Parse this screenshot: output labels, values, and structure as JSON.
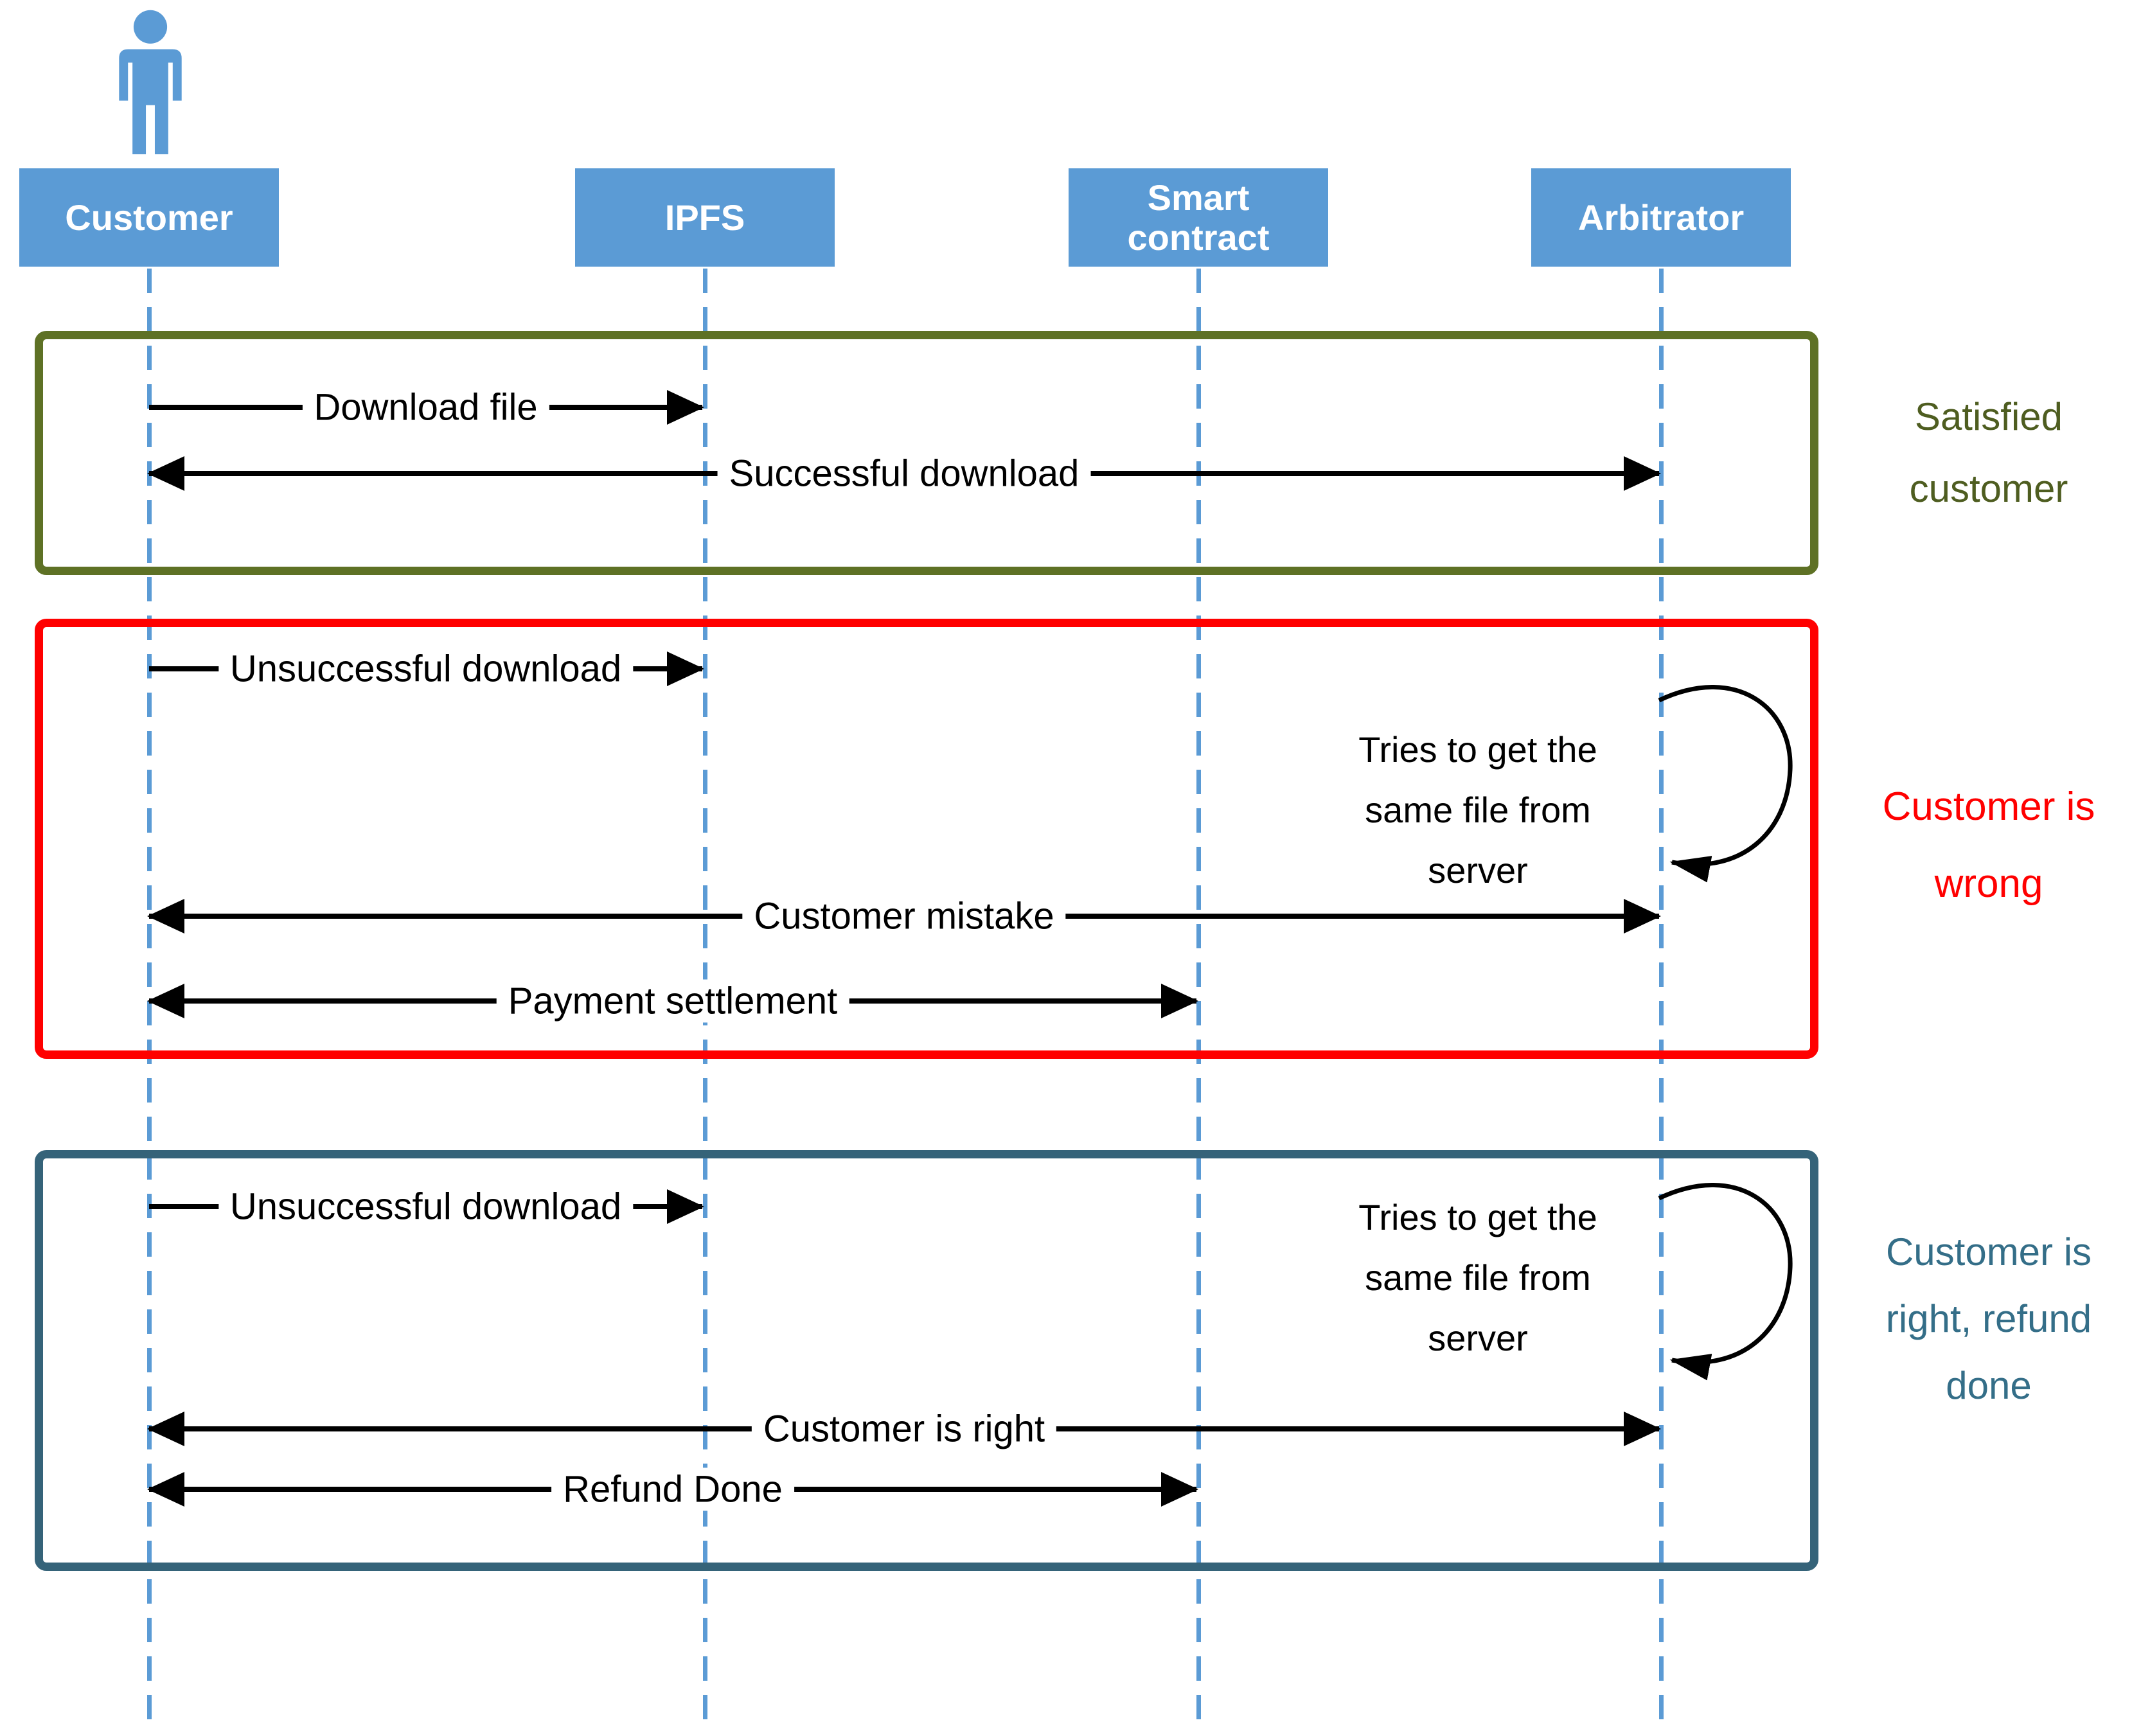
{
  "diagram": {
    "actors": [
      {
        "id": "customer",
        "label": "Customer"
      },
      {
        "id": "ipfs",
        "label": "IPFS"
      },
      {
        "id": "smart-contract",
        "label": "Smart\ncontract"
      },
      {
        "id": "arbitrator",
        "label": "Arbitrator"
      }
    ],
    "scenarios": [
      {
        "caption": "Satisfied\ncustomer",
        "caption_color": "#4E5D20",
        "border_color": "#5E7125",
        "messages": [
          {
            "text": "Download file",
            "from": "Customer",
            "to": "IPFS",
            "arrows": "right"
          },
          {
            "text": "Successful download",
            "from": "Arbitrator",
            "to": "Customer",
            "arrows": "both"
          }
        ]
      },
      {
        "caption": "Customer is\nwrong",
        "caption_color": "#FF0000",
        "border_color": "#FF0000",
        "note": "Tries to get the\nsame file from\nserver",
        "messages": [
          {
            "text": "Unsuccessful download",
            "from": "Customer",
            "to": "IPFS",
            "arrows": "right"
          },
          {
            "text": "Customer mistake",
            "from": "Arbitrator",
            "to": "Customer",
            "arrows": "both"
          },
          {
            "text": "Payment settlement",
            "from": "Smart contract",
            "to": "Customer",
            "arrows": "both"
          }
        ]
      },
      {
        "caption": "Customer is\nright, refund\ndone",
        "caption_color": "#346E88",
        "border_color": "#356379",
        "note": "Tries to get the\nsame file from\nserver",
        "messages": [
          {
            "text": "Unsuccessful download",
            "from": "Customer",
            "to": "IPFS",
            "arrows": "right"
          },
          {
            "text": "Customer is right",
            "from": "Arbitrator",
            "to": "Customer",
            "arrows": "both"
          },
          {
            "text": "Refund Done",
            "from": "Smart contract",
            "to": "Customer",
            "arrows": "both"
          }
        ]
      }
    ],
    "colors": {
      "actor_fill": "#5B9BD5",
      "actor_text": "#FFFFFF",
      "lifeline": "#5B9BD5",
      "message_line": "#000000",
      "scenario1_border": "#5E7125",
      "scenario2_border": "#FF0000",
      "scenario3_border": "#356379",
      "caption1_text": "#4E5D20",
      "caption2_text": "#FF0000",
      "caption3_text": "#346E88"
    }
  }
}
